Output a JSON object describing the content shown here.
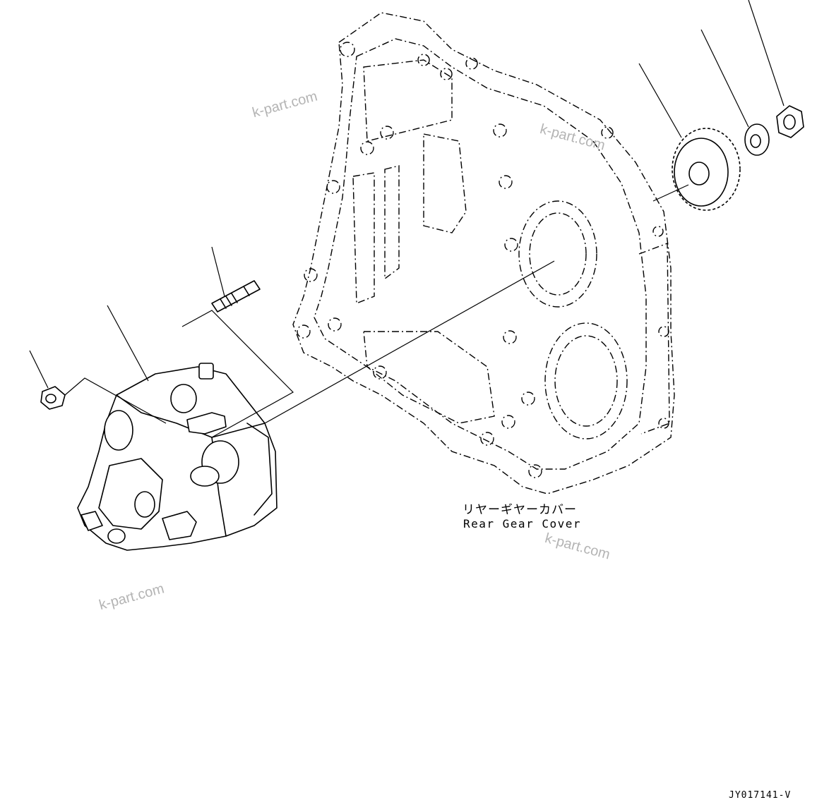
{
  "part_label_jp": "リヤーギヤーカバー",
  "part_label_en": "Rear Gear Cover",
  "drawing_code": "JY017141-V",
  "watermarks": [
    "k-part.com",
    "k-part.com",
    "k-part.com",
    "k-part.com"
  ]
}
